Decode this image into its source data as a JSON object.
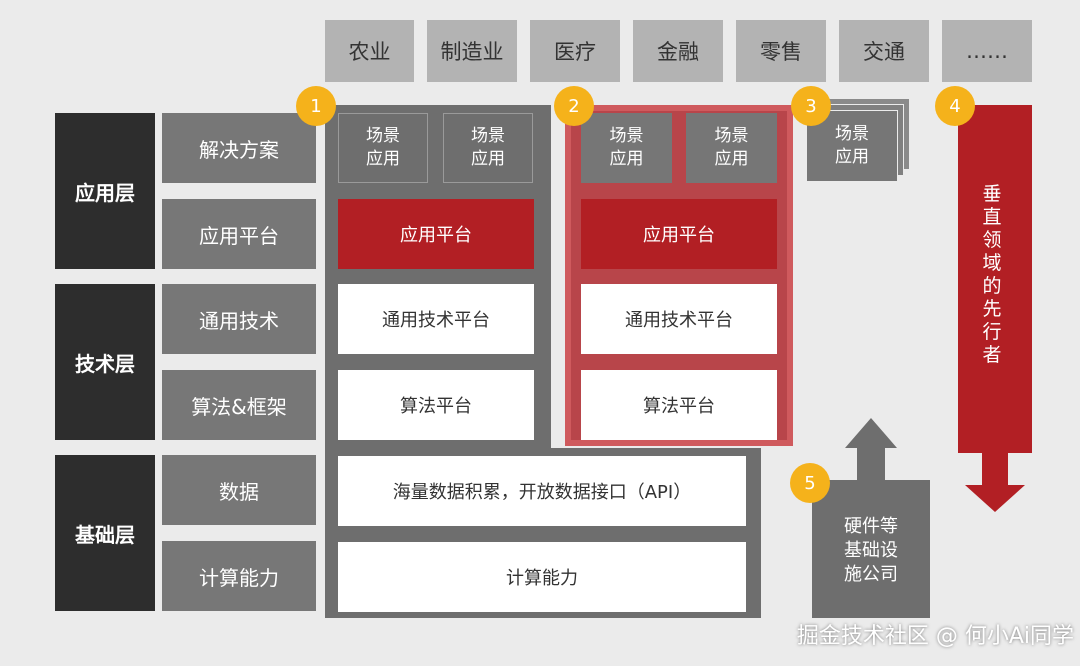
{
  "industries": [
    "农业",
    "制造业",
    "医疗",
    "金融",
    "零售",
    "交通",
    "……"
  ],
  "layers": {
    "app": "应用层",
    "tech": "技术层",
    "base": "基础层"
  },
  "sublayers": [
    "解决方案",
    "应用平台",
    "通用技术",
    "算法&框架",
    "数据",
    "计算能力"
  ],
  "scene": "场景\n应用",
  "app_platform": "应用平台",
  "general_tech_platform": "通用技术平台",
  "algorithm_platform": "算法平台",
  "data_box": "海量数据积累，开放数据接口（API）",
  "compute_box": "计算能力",
  "badges": [
    "1",
    "2",
    "3",
    "4",
    "5"
  ],
  "vertical_text": "垂直领域的先行者",
  "hardware_text": "硬件等\n基础设\n施公司",
  "watermark": "掘金技术社区 @ 何小Ai同学",
  "colors": {
    "background": "#ebebeb",
    "dark": "#2d2d2d",
    "grey": "#777777",
    "red": "#b21f24",
    "badge": "#f5b21b"
  }
}
